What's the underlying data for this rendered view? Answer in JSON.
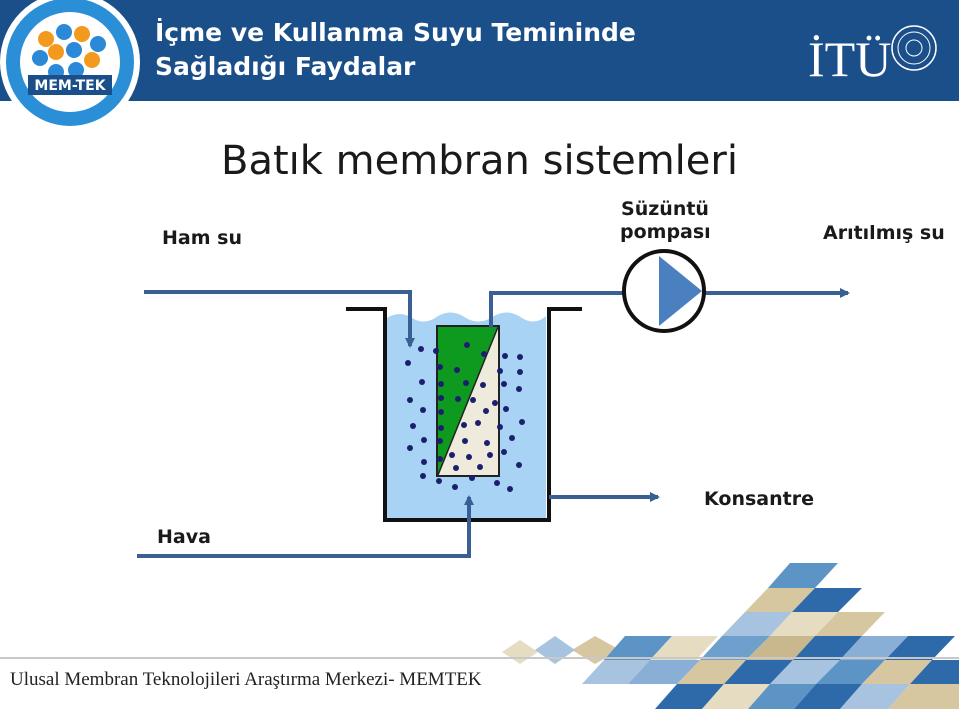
{
  "header": {
    "title_line1": "İçme ve Kullanma Suyu Temininde",
    "title_line2": "Sağladığı Faydalar",
    "logo_text": "MEM-TEK",
    "itu_text": "İTÜ"
  },
  "slide": {
    "title": "Batık membran sistemleri"
  },
  "diagram": {
    "labels": {
      "raw_water": "Ham su",
      "pump_line1": "Süzüntü",
      "pump_line2": "pompası",
      "treated_water": "Arıtılmış su",
      "concentrate": "Konsantre",
      "air": "Hava"
    }
  },
  "footer": {
    "text": "Ulusal Membran Teknolojileri Araştırma Merkezi- MEMTEK"
  },
  "colors": {
    "header_bg": "#1b4f8a",
    "pipe": "#3a5f93",
    "water": "#a9d3f5",
    "membrane_green": "#0e9a1f",
    "membrane_light": "#eeeadc",
    "particle": "#1c1f6e"
  }
}
